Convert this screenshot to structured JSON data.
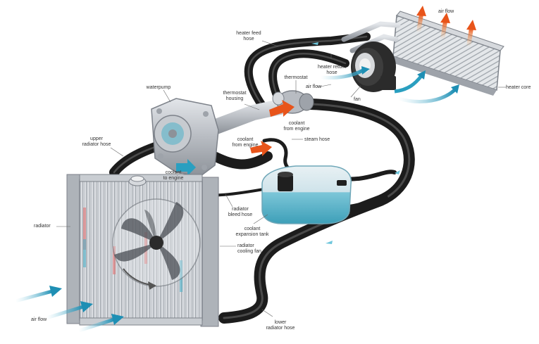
{
  "colors": {
    "hose": "#1c1c1c",
    "hose_highlight": "#4a4a4a",
    "metal": "#b8bcc2",
    "metal_dark": "#7d828a",
    "coolant": "#4fb3c9",
    "tank_fluid": "#5ab8cf",
    "hot_arrow": "#e8541a",
    "cold_arrow": "#2a9fc0",
    "leader_line": "#666666",
    "label_text": "#333333"
  },
  "labels": {
    "heater_feed_hose": "heater feed\nhose",
    "air_flow_top": "air flow",
    "heater_return_hose": "heater return\nhose",
    "thermostat": "thermostat",
    "air_flow_fan": "air flow",
    "heater_core": "heater core",
    "fan": "fan",
    "waterpump": "waterpump",
    "thermostat_housing": "thermostat\nhousing",
    "coolant_from_engine_1": "coolant\nfrom engine",
    "coolant_from_engine_2": "coolant\nfrom engine",
    "steam_hose": "steam hose",
    "upper_radiator_hose": "upper\nradiator hose",
    "coolant_to_engine": "coolant\nto engine",
    "radiator": "radiator",
    "radiator_bleed_hose": "radiator\nbleed hose",
    "coolant_expansion_tank": "coolant\nexpansion tank",
    "radiator_cooling_fan": "radiator\ncooling fan",
    "air_flow_bottom": "air flow",
    "lower_radiator_hose": "lower\nradiator hose"
  }
}
